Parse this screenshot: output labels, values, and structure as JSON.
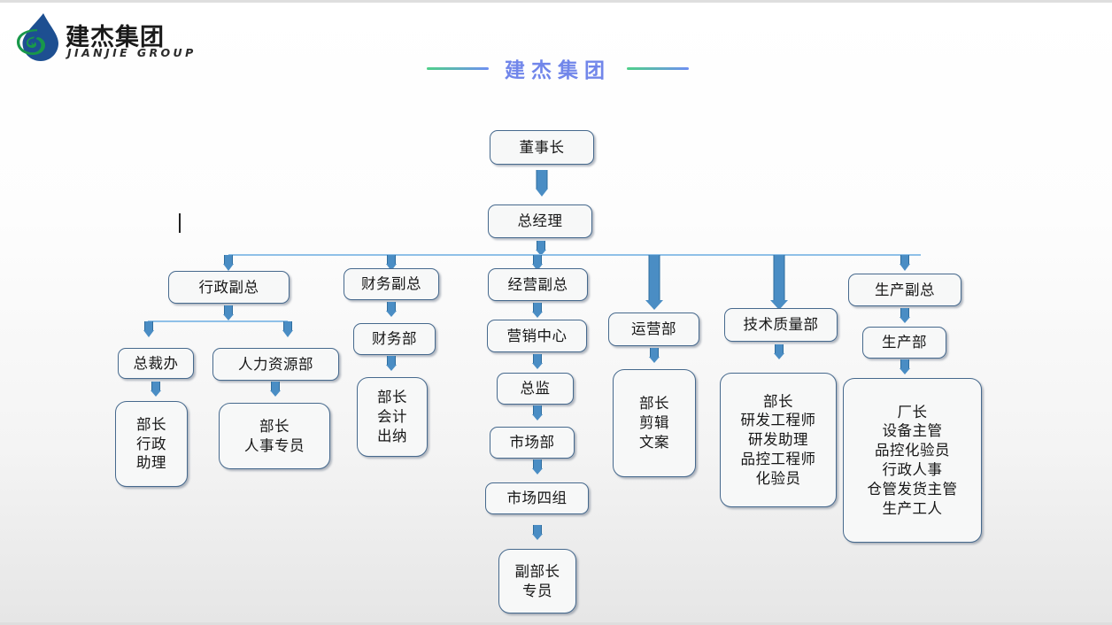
{
  "brand": {
    "logo_icon": "water-drop-logo-icon",
    "name_zh": "建杰集团",
    "name_en": "JIANJIE GROUP",
    "logo_blue": "#1d4f91",
    "logo_green": "#18984a"
  },
  "header": {
    "title": "建杰集团",
    "title_color": "#7186ea",
    "rule_gradient_from": "#4fd089",
    "rule_gradient_to": "#6f8ff2"
  },
  "chart_style": {
    "node_border": "#46698d",
    "node_fill": "#f7f8f8",
    "arrow_color": "#4a8dc4",
    "connector_color": "#8fc0e8",
    "background_top": "#ffffff",
    "background_bottom": "#e6e6e6"
  },
  "org": {
    "chairman": "董事长",
    "general_manager": "总经理",
    "branches": {
      "admin": {
        "vp": "行政副总",
        "depts": [
          "总裁办",
          "人力资源部"
        ],
        "roles_a": "部长\n行政\n助理",
        "roles_b": "部长\n人事专员"
      },
      "finance": {
        "vp": "财务副总",
        "dept": "财务部",
        "roles": "部长\n会计\n出纳"
      },
      "operation_vp": {
        "vp": "经营副总",
        "center": "营销中心",
        "director": "总监",
        "market_dept": "市场部",
        "market_group": "市场四组",
        "roles": "副部长\n专员"
      },
      "operations": {
        "dept": "运营部",
        "roles": "部长\n剪辑\n文案"
      },
      "tech_quality": {
        "dept": "技术质量部",
        "roles": "部长\n研发工程师\n研发助理\n品控工程师\n化验员"
      },
      "production": {
        "vp": "生产副总",
        "dept": "生产部",
        "roles": "厂长\n设备主管\n品控化验员\n行政人事\n仓管发货主管\n生产工人"
      }
    }
  }
}
